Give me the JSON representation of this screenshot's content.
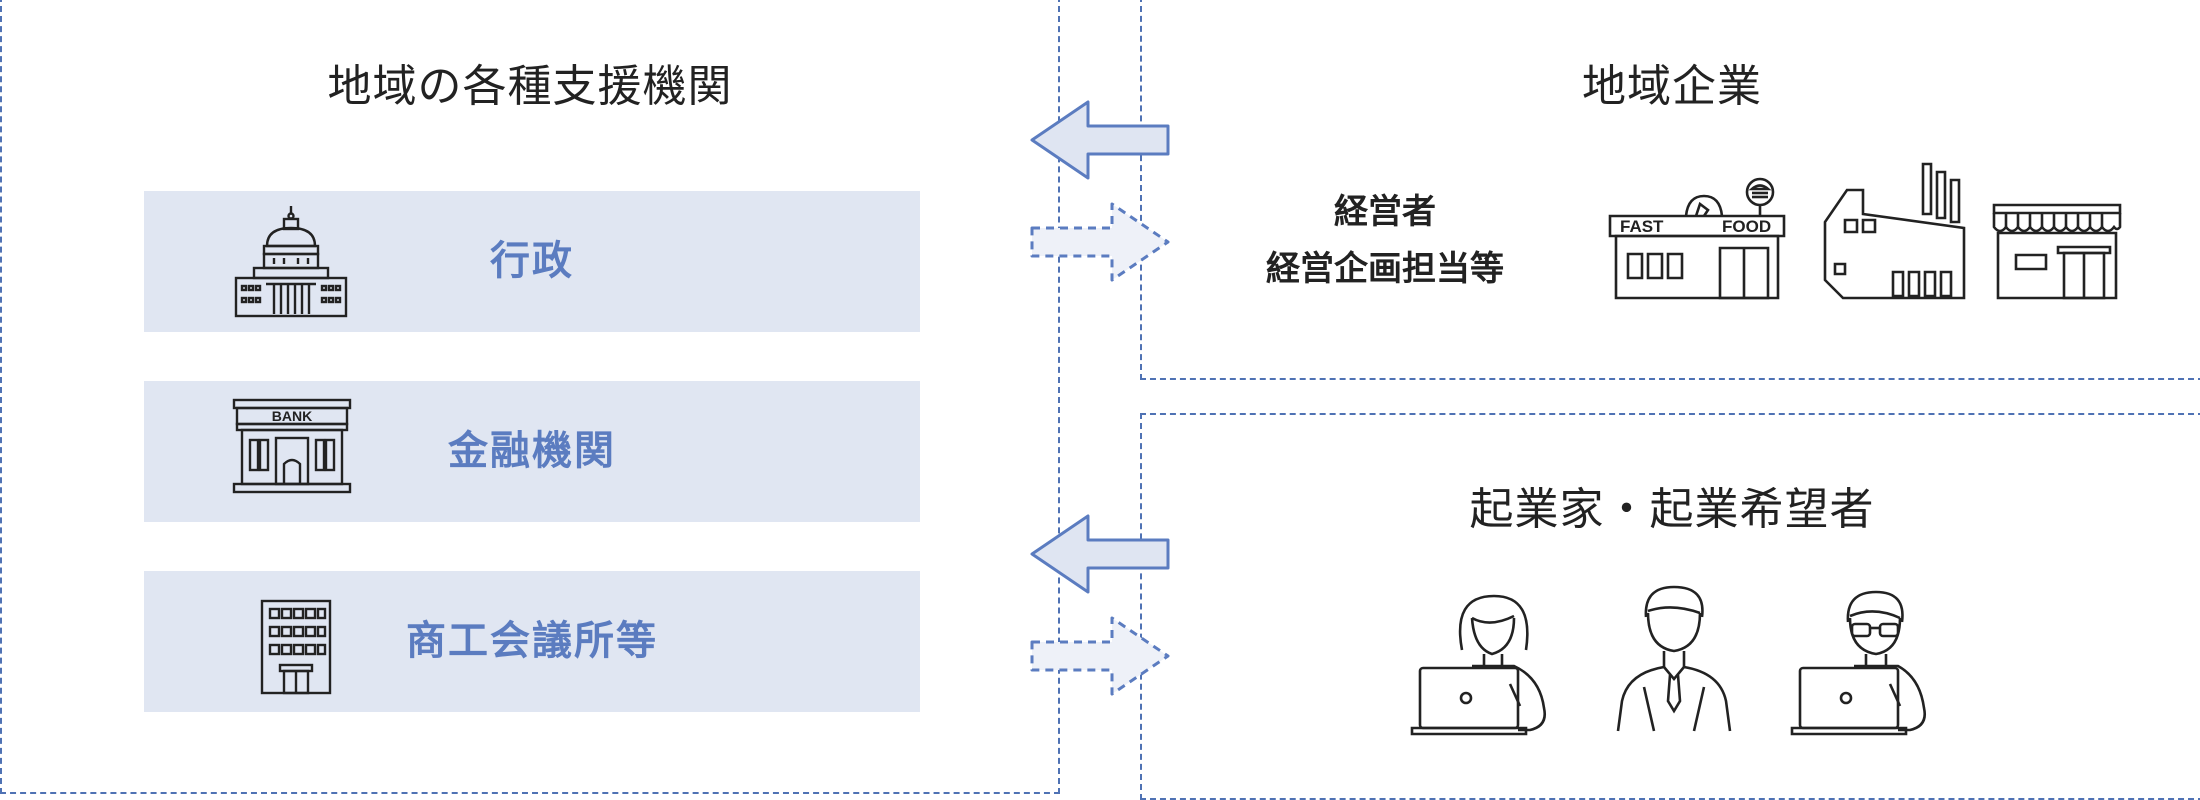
{
  "left_panel": {
    "title": "地域の各種支援機関",
    "orgs": [
      {
        "label": "行政",
        "icon": "government-building-icon"
      },
      {
        "label": "金融機関",
        "icon": "bank-icon",
        "icon_text": "BANK"
      },
      {
        "label": "商工会議所等",
        "icon": "office-building-icon"
      }
    ]
  },
  "business_panel": {
    "title": "地域企業",
    "label_line1": "経営者",
    "label_line2": "経営企画担当等",
    "icons": [
      "fast-food-store-icon",
      "factory-icon",
      "shop-icon"
    ],
    "store_sign_left": "FAST",
    "store_sign_right": "FOOD"
  },
  "entrepreneur_panel": {
    "title": "起業家・起業希望者",
    "icons": [
      "woman-laptop-icon",
      "businessman-icon",
      "man-laptop-icon"
    ]
  },
  "colors": {
    "accent": "#5b7cc0",
    "border": "#4f72b4",
    "row_fill": "#e0e6f2",
    "arrow_fill": "#dfe5f2"
  }
}
